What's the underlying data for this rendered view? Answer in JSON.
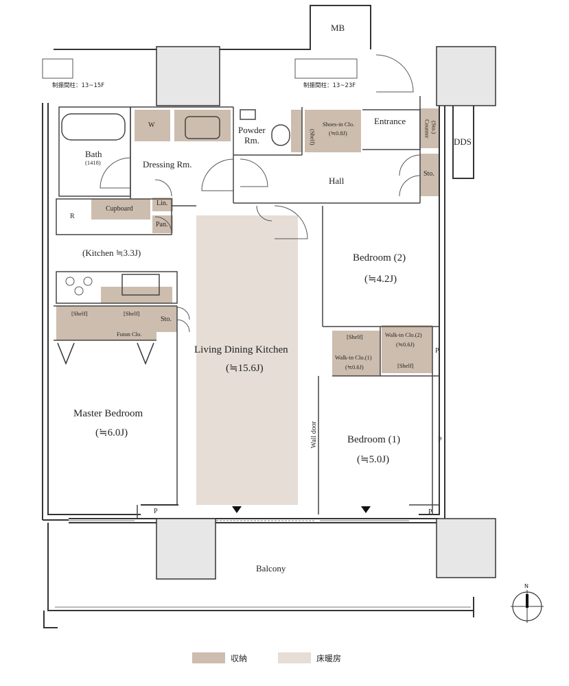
{
  "colors": {
    "storage": "#cdbdae",
    "floor_heating": "#e5ddd6",
    "wall": "#333333",
    "column": "#e7e7e7"
  },
  "rooms": {
    "mb": "MB",
    "dds": "DDS",
    "bath": "Bath",
    "bath_size": "(1418)",
    "washer": "W",
    "dressing": "Dressing Rm.",
    "powder_1": "Powder",
    "powder_2": "Rm.",
    "shoes_1": "Shoes-in Clo.",
    "shoes_2": "(≒0.8J)",
    "shelf_vertical": "(Shelf)",
    "entrance": "Entrance",
    "counter": "Counter",
    "counter_sto": "(Sto.)",
    "hall": "Hall",
    "sto_right": "Sto.",
    "refrigerator": "R",
    "cupboard": "Cupboard",
    "linen": "Lin.",
    "pantry": "Pan.",
    "kitchen": "(Kitchen ≒3.3J)",
    "shelf_left": "[Shelf]",
    "shelf_mid": "[Shelf]",
    "sto_left": "Sto.",
    "futon": "Futon Clo.",
    "ldk_1": "Living Dining Kitchen",
    "ldk_2": "(≒15.6J)",
    "bed2_1": "Bedroom (2)",
    "bed2_2": "(≒4.2J)",
    "wic1_shelf": "[Shelf]",
    "wic1_1": "Walk-in Clo.(1)",
    "wic1_2": "(≒0.6J)",
    "wic2_1": "Walk-in Clo.(2)",
    "wic2_2": "(≒0.6J)",
    "wic2_shelf": "[Shelf]",
    "pipe_mid": "P",
    "pipe_right": "P",
    "pipe_left_bottom": "P",
    "pipe_right_bottom": "P",
    "wall_door": "Wall door",
    "master_1": "Master Bedroom",
    "master_2": "(≒6.0J)",
    "bed1_1": "Bedroom (1)",
    "bed1_2": "(≒5.0J)",
    "balcony": "Balcony"
  },
  "notes": {
    "column_left": "制振間柱：13~15F",
    "column_right": "制振間柱：13~23F"
  },
  "compass": {
    "north": "N"
  },
  "legend": {
    "storage": "収納",
    "floor_heating": "床暖房"
  }
}
